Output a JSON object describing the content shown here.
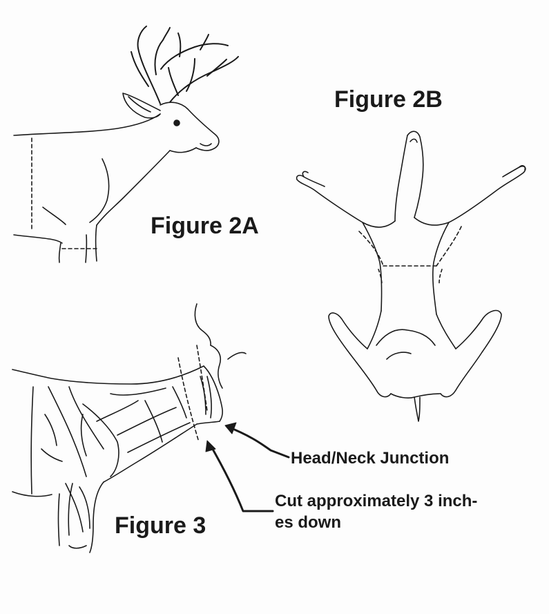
{
  "figures": {
    "fig2a": "Figure 2A",
    "fig2b": "Figure 2B",
    "fig3": "Figure 3"
  },
  "callouts": {
    "head_neck": "Head/Neck Junction",
    "cut_line1": "Cut approximately 3 inch-",
    "cut_line2": "es down"
  }
}
